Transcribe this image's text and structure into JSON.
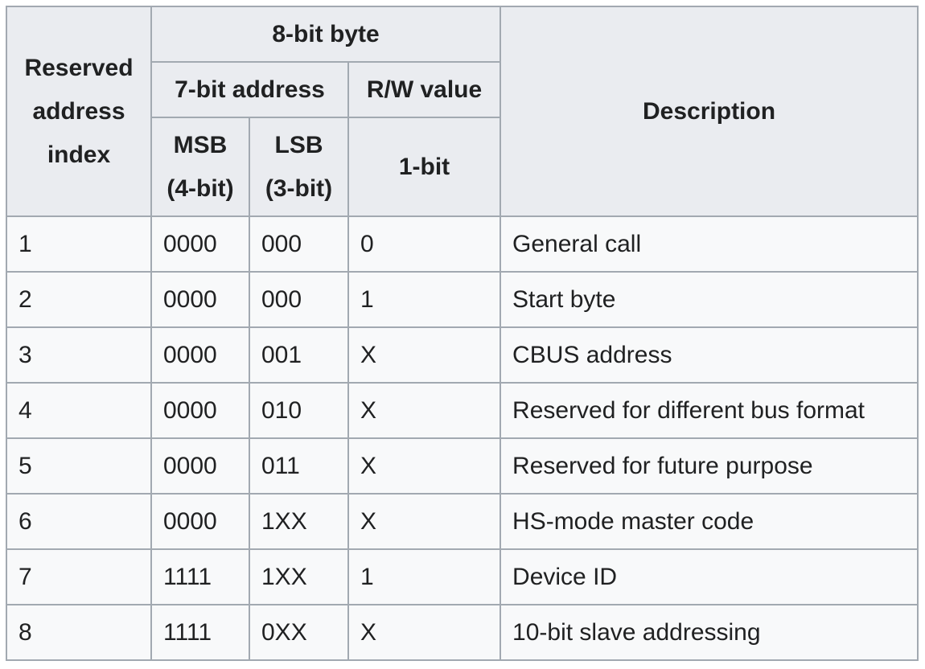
{
  "table": {
    "headers": {
      "index_line1": "Reserved",
      "index_line2": "address",
      "index_line3": "index",
      "byte": "8-bit byte",
      "address": "7-bit address",
      "rw": "R/W value",
      "description": "Description",
      "msb_line1": "MSB",
      "msb_line2": "(4-bit)",
      "lsb_line1": "LSB",
      "lsb_line2": "(3-bit)",
      "rw_bit": "1-bit"
    },
    "rows": [
      [
        "1",
        "0000",
        "000",
        "0",
        "General call"
      ],
      [
        "2",
        "0000",
        "000",
        "1",
        "Start byte"
      ],
      [
        "3",
        "0000",
        "001",
        "X",
        "CBUS address"
      ],
      [
        "4",
        "0000",
        "010",
        "X",
        "Reserved for different bus format"
      ],
      [
        "5",
        "0000",
        "011",
        "X",
        "Reserved for future purpose"
      ],
      [
        "6",
        "0000",
        "1XX",
        "X",
        "HS-mode master code"
      ],
      [
        "7",
        "1111",
        "1XX",
        "1",
        "Device ID"
      ],
      [
        "8",
        "1111",
        "0XX",
        "X",
        "10-bit slave addressing"
      ]
    ]
  }
}
